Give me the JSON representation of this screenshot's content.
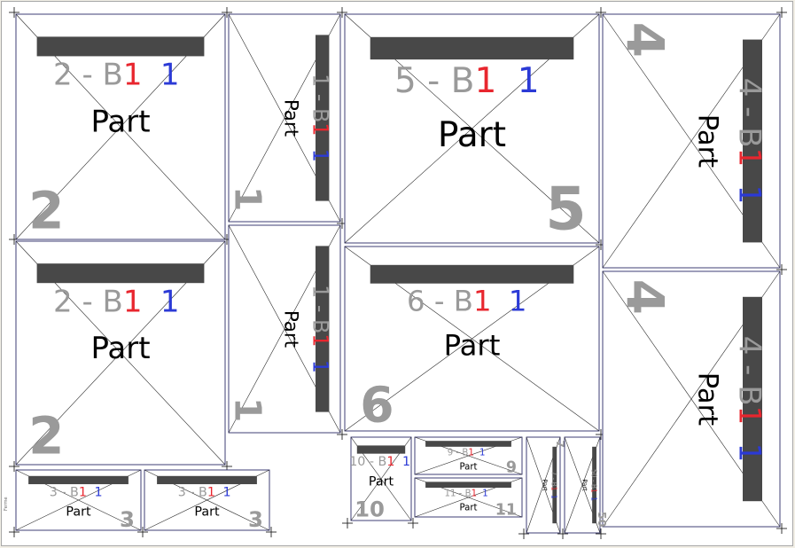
{
  "colors": {
    "band": "#484848",
    "outline": "#2b2b66",
    "label_gray": "#9a9a9a",
    "mark_red": "#e8262e",
    "mark_blue": "#2b3ad6"
  },
  "corner_label": "Ferme",
  "parts": [
    {
      "id": "2",
      "code": "2 - B",
      "red": "1",
      "blue": "1",
      "name": "Part"
    },
    {
      "id": "2",
      "code": "2 - B",
      "red": "1",
      "blue": "1",
      "name": "Part"
    },
    {
      "id": "1",
      "code": "1 - B",
      "red": "1",
      "blue": "1",
      "name": "Part"
    },
    {
      "id": "1",
      "code": "1 - B",
      "red": "1",
      "blue": "1",
      "name": "Part"
    },
    {
      "id": "5",
      "code": "5 - B",
      "red": "1",
      "blue": "1",
      "name": "Part"
    },
    {
      "id": "6",
      "code": "6 - B",
      "red": "1",
      "blue": "1",
      "name": "Part"
    },
    {
      "id": "4",
      "code": "4 - B",
      "red": "1",
      "blue": "1",
      "name": "Part"
    },
    {
      "id": "4",
      "code": "4 - B",
      "red": "1",
      "blue": "1",
      "name": "Part"
    },
    {
      "id": "3",
      "code": "3 - B",
      "red": "1",
      "blue": "1",
      "name": "Part"
    },
    {
      "id": "3",
      "code": "3 - B",
      "red": "1",
      "blue": "1",
      "name": "Part"
    },
    {
      "id": "10",
      "code": "10 - B",
      "red": "1",
      "blue": "1",
      "name": "Part"
    },
    {
      "id": "9",
      "code": "9 - B",
      "red": "1",
      "blue": "1",
      "name": "Part"
    },
    {
      "id": "11",
      "code": "11 - B",
      "red": "1",
      "blue": "1",
      "name": "Part"
    },
    {
      "id": "7",
      "code": "7 - B",
      "red": "1",
      "blue": "1",
      "name": "Part"
    },
    {
      "id": "50",
      "code": "50 - B",
      "red": "1",
      "blue": "1",
      "name": "Part"
    }
  ]
}
